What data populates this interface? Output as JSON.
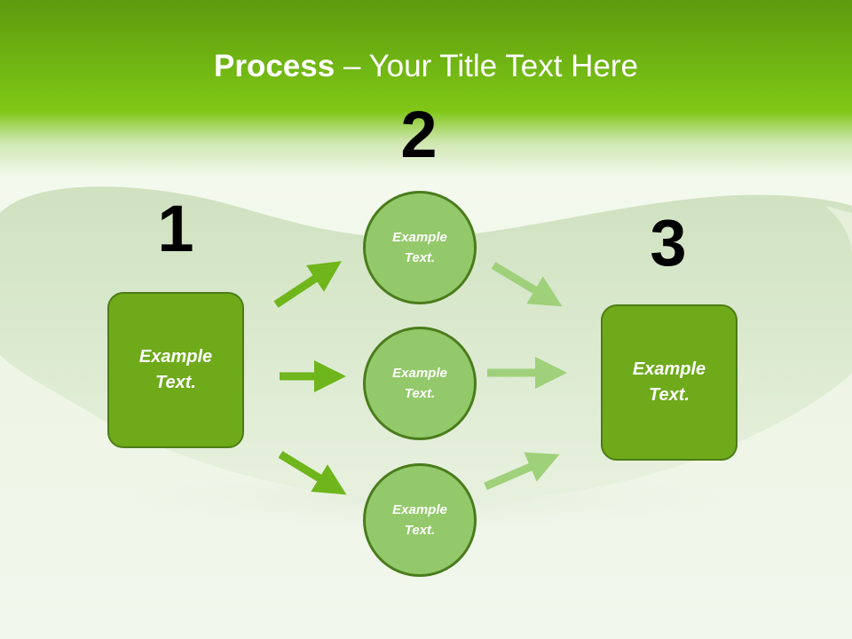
{
  "slide": {
    "title_bold": "Process",
    "title_rest": " – Your Title Text Here"
  },
  "steps": {
    "step1": {
      "number": "1",
      "text": "Example\nText."
    },
    "step2": {
      "number": "2"
    },
    "step3": {
      "number": "3",
      "text": "Example\nText."
    }
  },
  "circles": [
    {
      "text": "Example\nText."
    },
    {
      "text": "Example\nText."
    },
    {
      "text": "Example\nText."
    }
  ],
  "colors": {
    "header_green": "#72b814",
    "box_fill": "#6eaa1a",
    "circle_fill": "#93c96a",
    "arrow_dark": "#6fb51c",
    "arrow_light": "#9fd07a"
  },
  "icons": {
    "arrow": "right-arrow-icon"
  }
}
